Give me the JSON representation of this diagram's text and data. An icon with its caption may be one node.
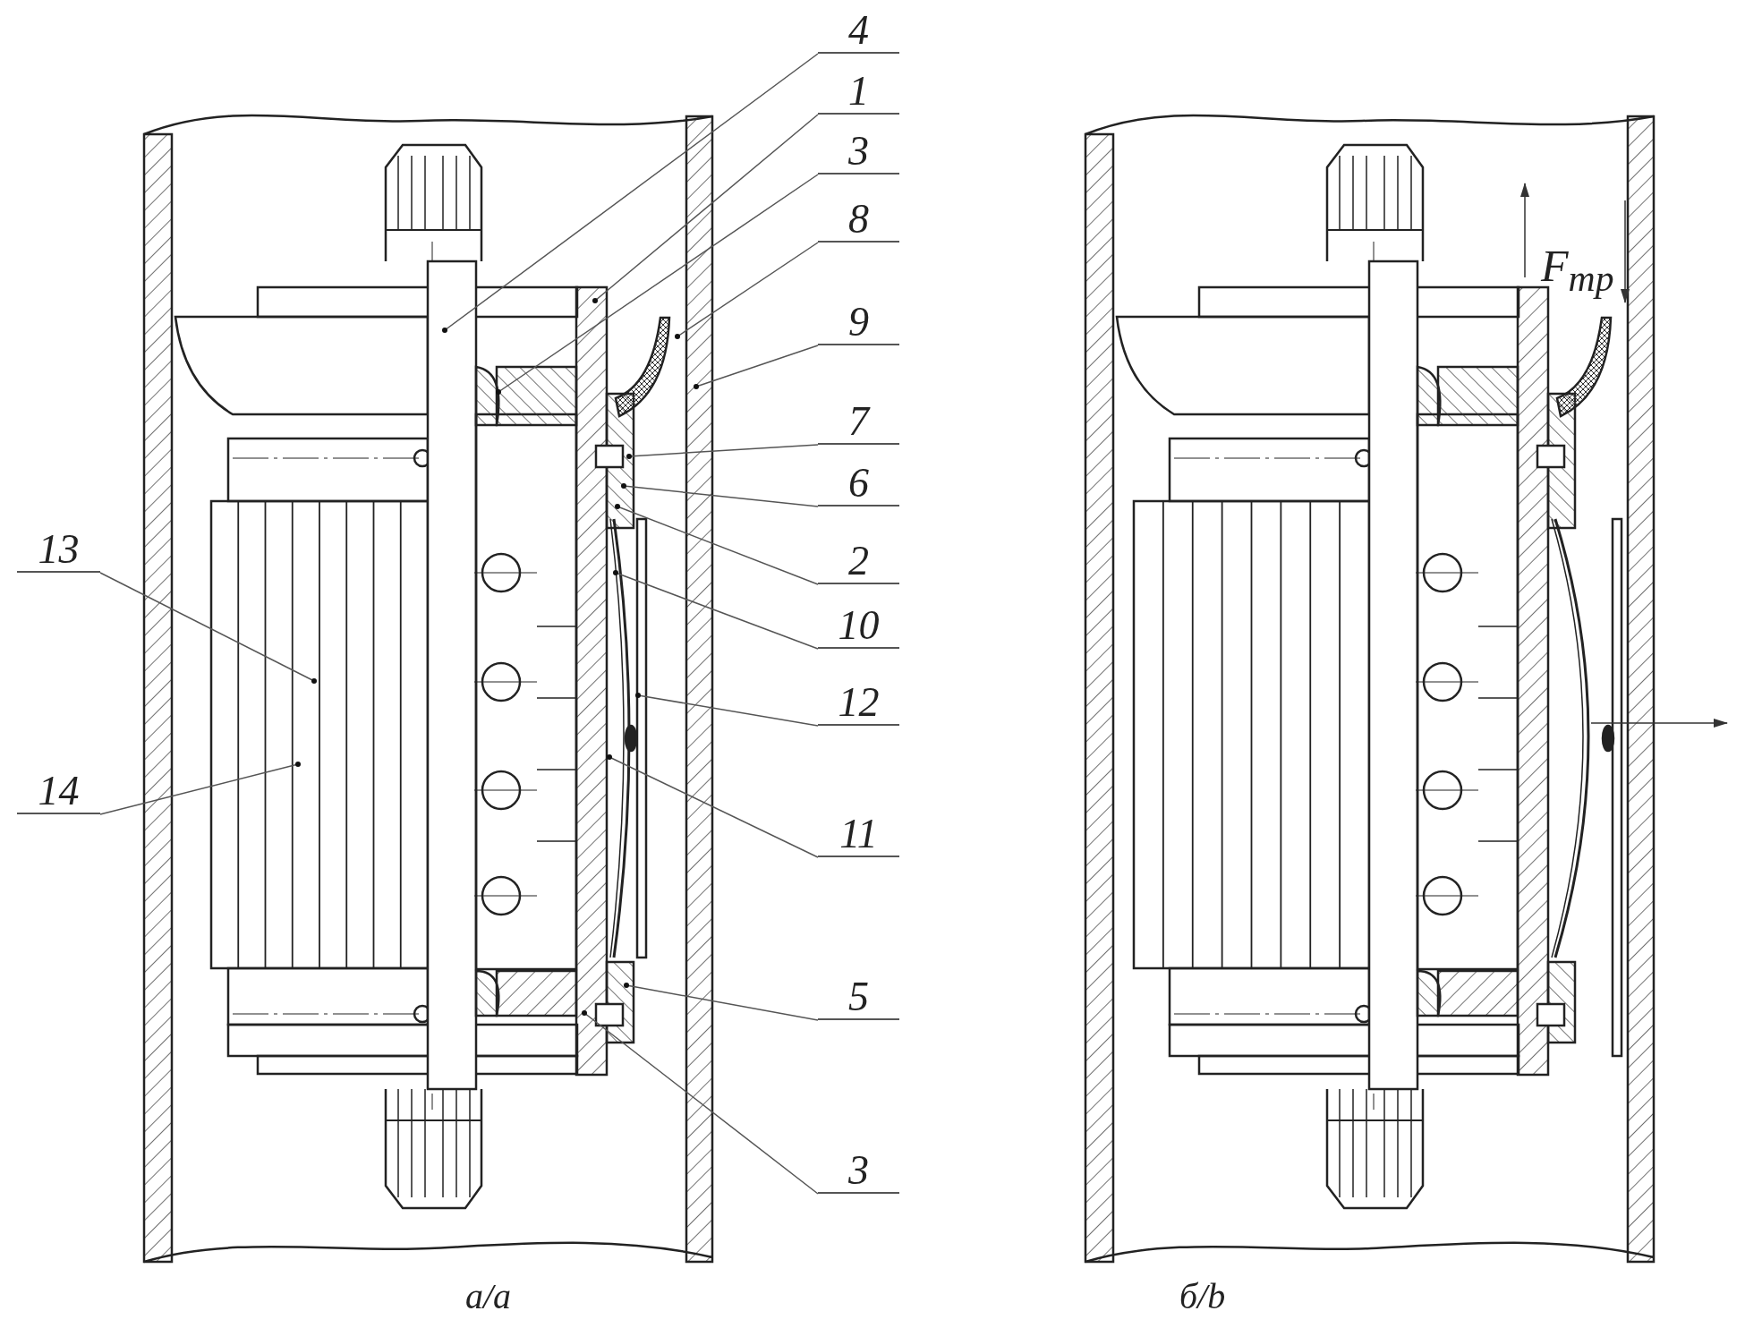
{
  "diagram": {
    "nodes": [
      {
        "text": [
          "4"
        ]
      },
      {
        "text": [
          "1"
        ]
      },
      {
        "text": [
          "3"
        ]
      },
      {
        "text": [
          "8"
        ]
      },
      {
        "text": [
          "9"
        ]
      },
      {
        "text": [
          "7"
        ]
      },
      {
        "text": [
          "6"
        ]
      },
      {
        "text": [
          "2"
        ]
      },
      {
        "text": [
          "13"
        ]
      },
      {
        "text": [
          "10"
        ]
      },
      {
        "text": [
          "12"
        ]
      },
      {
        "text": [
          "14"
        ]
      },
      {
        "text": [
          "11"
        ]
      },
      {
        "text": [
          "5"
        ]
      },
      {
        "text": [
          "3"
        ]
      }
    ],
    "edges": [
      {
        "from": 0,
        "to": null,
        "arrow": "other"
      },
      {
        "from": 1,
        "to": null,
        "arrow": "other"
      },
      {
        "from": 2,
        "to": null,
        "arrow": "other"
      },
      {
        "from": 3,
        "to": null,
        "arrow": "other"
      },
      {
        "from": 4,
        "to": null,
        "arrow": "other"
      },
      {
        "from": 5,
        "to": null,
        "arrow": "other"
      },
      {
        "from": 6,
        "to": null,
        "arrow": "other"
      },
      {
        "from": 7,
        "to": null,
        "arrow": "other"
      },
      {
        "from": 8,
        "to": null,
        "arrow": "other"
      },
      {
        "from": 9,
        "to": null,
        "arrow": "other"
      },
      {
        "from": 10,
        "to": null,
        "arrow": "other"
      },
      {
        "from": 11,
        "to": null,
        "arrow": "other"
      },
      {
        "from": 12,
        "to": null,
        "arrow": "other"
      },
      {
        "from": 13,
        "to": null,
        "arrow": "other"
      },
      {
        "from": 14,
        "to": null,
        "arrow": "other"
      }
    ],
    "labels": [
      "а/a",
      "б/b",
      "F$_{тр}$"
    ]
  }
}
